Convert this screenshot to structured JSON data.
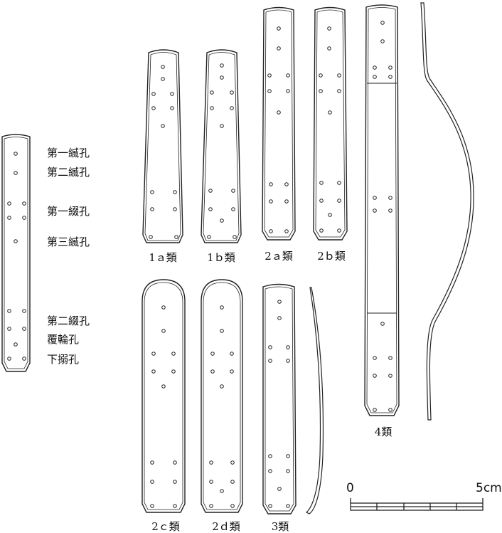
{
  "hole_labels": [
    "第一縅孔",
    "第二縅孔",
    "第一綴孔",
    "第三縅孔",
    "第二綴孔",
    "覆輪孔",
    "下搦孔"
  ],
  "plate_types": [
    "1ａ類",
    "1ｂ類",
    "2ａ類",
    "2ｂ類",
    "2ｃ類",
    "2ｄ類",
    "3類",
    "4類"
  ],
  "scale_bar": {
    "start_label": "0",
    "end_label": "5cm"
  },
  "colors": {
    "line": "#222222",
    "background": "#ffffff"
  }
}
